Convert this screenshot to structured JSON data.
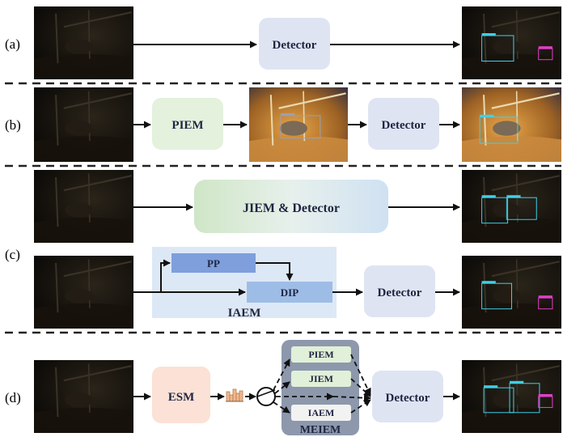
{
  "rows": {
    "a": {
      "label": "(a)",
      "detector": "Detector"
    },
    "b": {
      "label": "(b)",
      "piem": "PIEM",
      "detector": "Detector"
    },
    "c": {
      "label": "(c)",
      "jiem_detector": "JIEM & Detector",
      "pp": "PP",
      "dip": "DIP",
      "iaem": "IAEM",
      "detector": "Detector"
    },
    "d": {
      "label": "(d)",
      "esm": "ESM",
      "piem": "PIEM",
      "jiem": "JIEM",
      "iaem": "IAEM",
      "meiem": "MEIEM",
      "detector": "Detector"
    }
  },
  "colors": {
    "detector_fill": "#dfe4f3",
    "piem_fill": "#e3f1dd",
    "esm_fill": "#fbe1d6",
    "iaem_panel": "#dde8f6",
    "pp_fill": "#7e9fdc",
    "dip_fill": "#9ebde6",
    "meiem_panel": "#8d98ac",
    "photo_dark": "#0d0b08",
    "photo_bright": "#c9893a",
    "bbox_cyan": "#3fd0e8",
    "bbox_magenta": "#e040c8"
  }
}
